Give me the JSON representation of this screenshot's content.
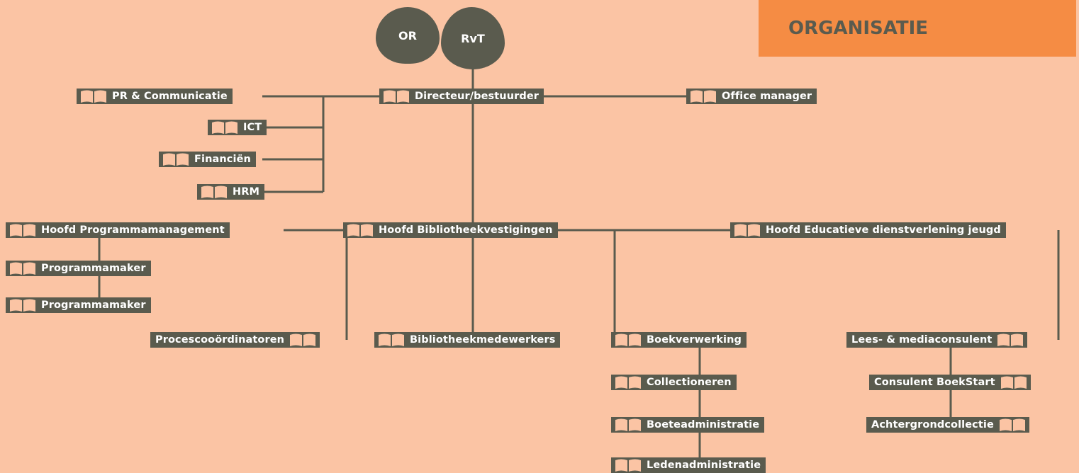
{
  "title": "ORGANISATIE",
  "badges": {
    "or": "OR",
    "rvt": "RvT"
  },
  "nodes": {
    "pr": "PR & Communicatie",
    "directeur": "Directeur/bestuurder",
    "office": "Office manager",
    "ict": "ICT",
    "financien": "Financiën",
    "hrm": "HRM",
    "hoofd_prog": "Hoofd Programmamanagement",
    "hoofd_bib": "Hoofd Bibliotheekvestigingen",
    "hoofd_edu": "Hoofd Educatieve dienstverlening jeugd",
    "programmamaker_1": "Programmamaker",
    "programmamaker_2": "Programmamaker",
    "proces": "Procescooördinatoren",
    "bibmed": "Bibliotheekmedewerkers",
    "boekverwerking": "Boekverwerking",
    "lees": "Lees- & mediaconsulent",
    "collectioneren": "Collectioneren",
    "consulent": "Consulent BoekStart",
    "boeteadmin": "Boeteadministratie",
    "achtergrond": "Achtergrondcollectie",
    "ledenadmin": "Ledenadministratie"
  },
  "colors": {
    "background": "#fbc4a4",
    "box": "#5a5b4e",
    "icon": "#fbc4a4",
    "title_bg": "#f58c44",
    "title_text": "#5a5b4e",
    "text": "#ffffff"
  }
}
